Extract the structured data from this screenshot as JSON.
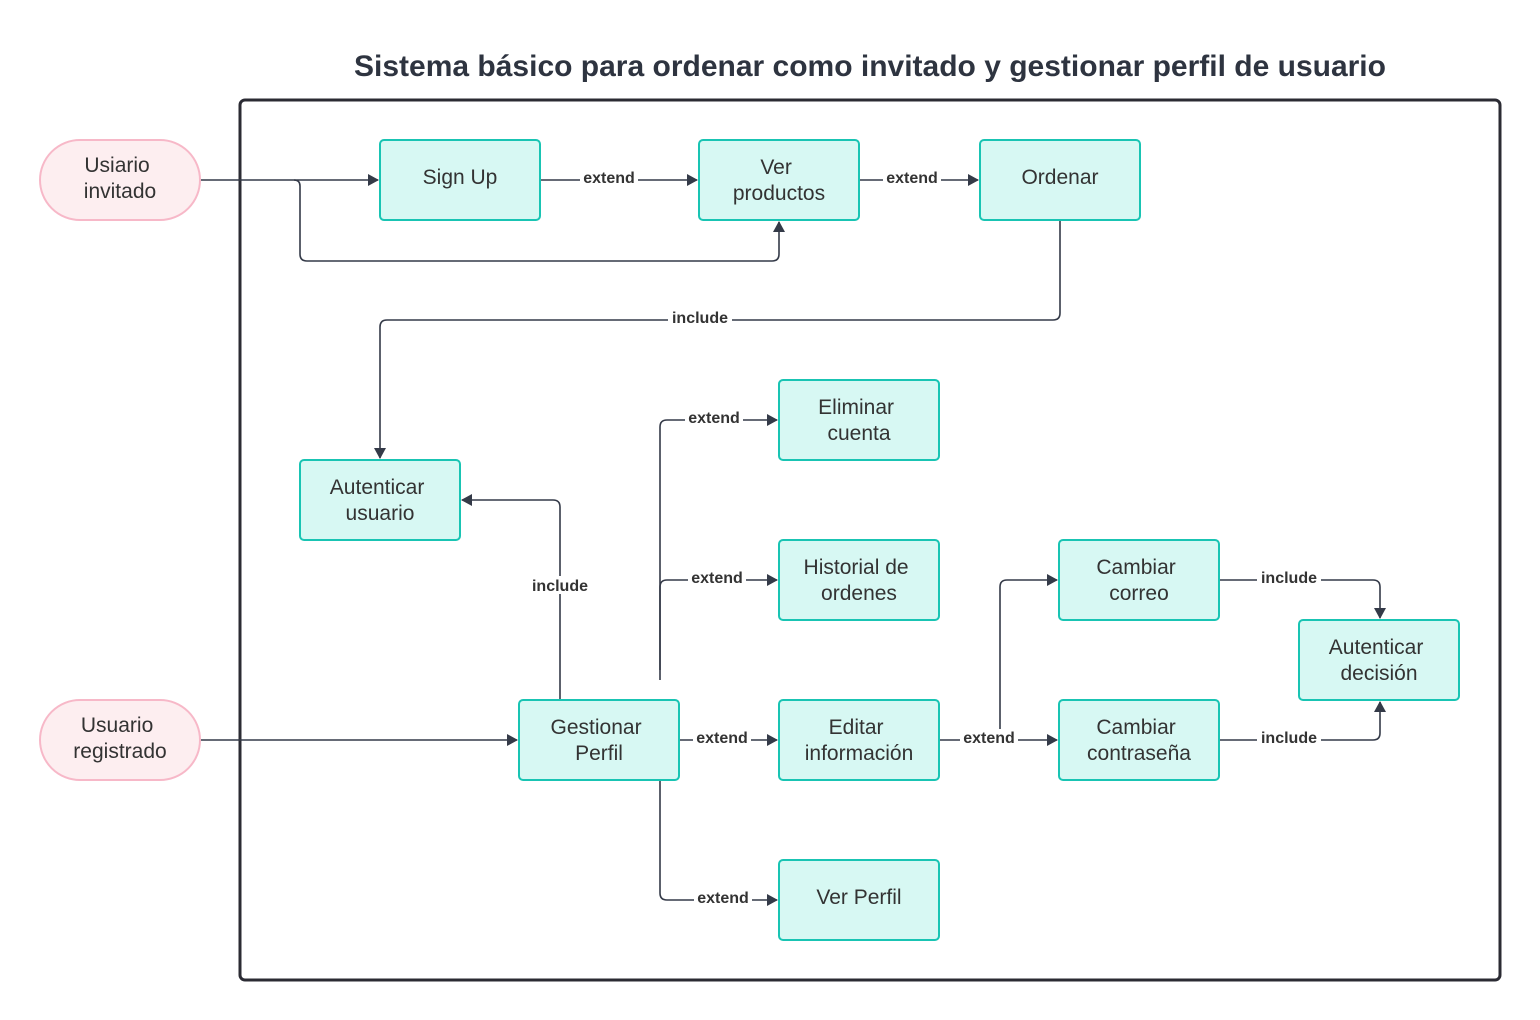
{
  "title": "Sistema básico para ordenar como invitado y gestionar perfil de usuario",
  "colors": {
    "node_fill": "#d7f8f3",
    "node_border": "#19c4b3",
    "actor_fill": "#fdeef0",
    "actor_border": "#f7b8c8",
    "edge": "#343a48",
    "title": "#2e3440"
  },
  "actors": {
    "guest": [
      "Usiario",
      "invitado"
    ],
    "registered": [
      "Usuario",
      "registrado"
    ]
  },
  "use_cases": {
    "sign_up": [
      "Sign Up"
    ],
    "ver_productos": [
      "Ver",
      "productos"
    ],
    "ordenar": [
      "Ordenar"
    ],
    "autenticar_usuario": [
      "Autenticar",
      "usuario"
    ],
    "eliminar_cuenta": [
      "Eliminar",
      "cuenta"
    ],
    "historial": [
      "Historial de",
      "ordenes"
    ],
    "gestionar_perfil": [
      "Gestionar",
      "Perfil"
    ],
    "editar_info": [
      "Editar",
      "información"
    ],
    "ver_perfil": [
      "Ver Perfil"
    ],
    "cambiar_correo": [
      "Cambiar",
      "correo"
    ],
    "cambiar_contrasena": [
      "Cambiar",
      "contraseña"
    ],
    "autenticar_decision": [
      "Autenticar",
      "decisión"
    ]
  },
  "relations": {
    "signup_to_ver": "extend",
    "ver_to_ordenar": "extend",
    "ordenar_to_autenticar": "include",
    "gestionar_to_autenticar": "include",
    "gestionar_to_eliminar": "extend",
    "gestionar_to_historial": "extend",
    "gestionar_to_editar": "extend",
    "gestionar_to_verperfil": "extend",
    "editar_to_cambiar": "extend",
    "correo_to_decision": "include",
    "contrasena_to_decision": "include"
  }
}
